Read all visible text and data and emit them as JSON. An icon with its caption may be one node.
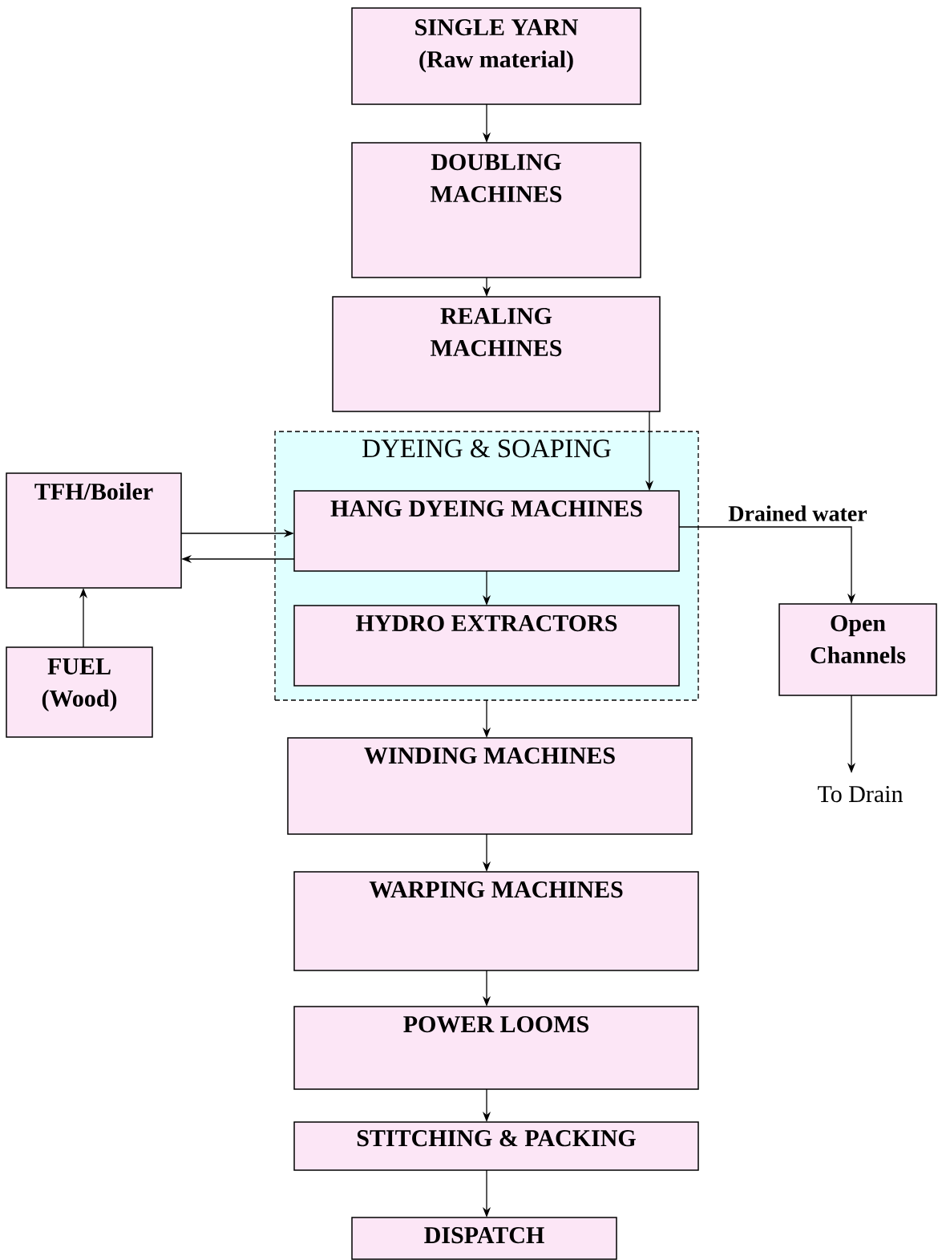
{
  "diagram": {
    "nodes": [
      {
        "text": [
          "SINGLE YARN (Raw material)"
        ]
      },
      {
        "text": [
          "DOUBLING MACHINES"
        ]
      },
      {
        "text": [
          "REALING MACHINES"
        ]
      },
      {
        "text": [
          "DYEING & SOAPING"
        ]
      },
      {
        "text": [
          "HANG DYEING MACHINES"
        ],
        "in": 3
      },
      {
        "text": [
          "HYDRO EXTRACTORS"
        ],
        "in": 3
      },
      {
        "text": [
          "TFH/Boiler"
        ]
      },
      {
        "text": [
          "FUEL (Wood)"
        ]
      },
      {
        "text": [
          "Open Channels"
        ]
      },
      {
        "text": [
          "To Drain"
        ]
      },
      {
        "text": [
          "WINDING MACHINES"
        ]
      },
      {
        "text": [
          "WARPING MACHINES"
        ]
      },
      {
        "text": [
          "POWER LOOMS"
        ]
      },
      {
        "text": [
          "STITCHING & PACKING"
        ]
      },
      {
        "text": [
          "DISPATCH"
        ]
      }
    ],
    "edges": [
      {
        "from": 0,
        "to": 1,
        "arrow": "to"
      },
      {
        "from": 1,
        "to": 2,
        "arrow": "to"
      },
      {
        "from": 2,
        "to": 4,
        "arrow": "to"
      },
      {
        "from": 4,
        "to": 5,
        "arrow": "to"
      },
      {
        "from": 6,
        "to": 4,
        "arrow": "to"
      },
      {
        "from": 4,
        "to": 6,
        "arrow": "to"
      },
      {
        "from": 7,
        "to": 6,
        "arrow": "to"
      },
      {
        "from": 4,
        "to": 8,
        "arrow": "to",
        "label": "Drained water"
      },
      {
        "from": 8,
        "to": 9,
        "arrow": "to"
      },
      {
        "from": 3,
        "to": 10,
        "arrow": "to"
      },
      {
        "from": 10,
        "to": 11,
        "arrow": "to"
      },
      {
        "from": 11,
        "to": 12,
        "arrow": "to"
      },
      {
        "from": 12,
        "to": 13,
        "arrow": "to"
      },
      {
        "from": 13,
        "to": 14,
        "arrow": "to"
      }
    ]
  }
}
